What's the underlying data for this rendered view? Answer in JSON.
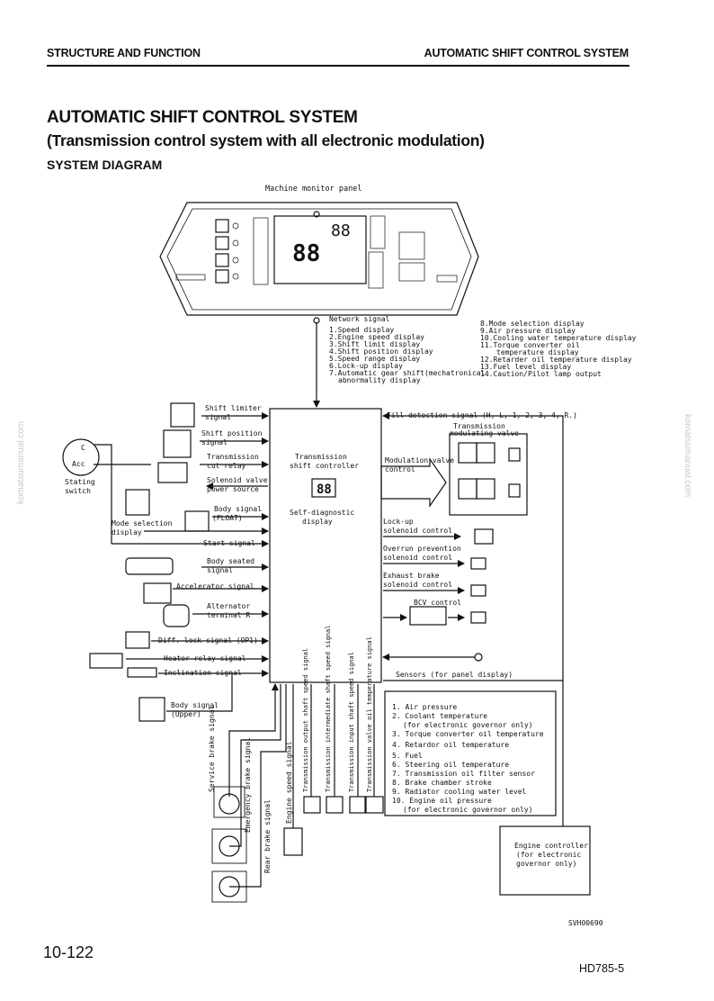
{
  "header": {
    "left": "STRUCTURE AND FUNCTION",
    "right": "AUTOMATIC SHIFT CONTROL SYSTEM"
  },
  "title": {
    "line1": "AUTOMATIC SHIFT CONTROL SYSTEM",
    "line2": "(Transmission control system with all electronic modulation)",
    "section": "SYSTEM DIAGRAM"
  },
  "diagram": {
    "monitor_panel": "Machine monitor panel",
    "network_signal": "Network signal",
    "network_items_left": [
      "1.Speed display",
      "2.Engine speed display",
      "3.Shift limit display",
      "4.Shift position display",
      "5.Speed range display",
      "6.Lock-up display",
      "7.Automatic gear shift(mechatronical",
      "abnormality display"
    ],
    "network_items_right": [
      "8.Mode selection display",
      "9.Air pressure display",
      "10.Cooling water temperature display",
      "11.Torque converter oil",
      "temperature display",
      "12.Retarder oil temperature display",
      "13.Fuel level display",
      "14.Caution/Pilot lamp output"
    ],
    "controller": {
      "name1": "Transmission",
      "name2": "shift controller",
      "diag1": "Self-diagnostic",
      "diag2": "display",
      "seg": "88"
    },
    "fill_signal": "Fill detection signal (H, L, 1, 2, 3, 4, R.)",
    "left_inputs": {
      "shift_limiter": [
        "Shift limiter",
        "signal"
      ],
      "shift_position": [
        "Shift position",
        "signal"
      ],
      "cut_relay": [
        "Transmission",
        "cut relay"
      ],
      "solenoid_power": [
        "Solenoid valve",
        "power source"
      ],
      "body_float": [
        "Body signal",
        "(FLOAT)"
      ],
      "mode_selection": [
        "Mode selection",
        "display"
      ],
      "start_signal": "Start signal",
      "body_seated": [
        "Body seated",
        "signal"
      ],
      "accelerator": "Accelerator signal",
      "alternator": [
        "Alternator",
        "terminal R"
      ],
      "diff_lock": "Diff. lock signal (OP1)",
      "heater_relay": "Heater relay signal",
      "inclination": "Inclination signal",
      "body_upper": [
        "Body signal",
        "(Upper)"
      ],
      "starting_switch": [
        "Stating",
        "switch"
      ],
      "switch_c": "C",
      "switch_acc": "Acc"
    },
    "right_outputs": {
      "modulating_valve": [
        "Transmission",
        "modulating valve"
      ],
      "modulation_control": [
        "Modulation valve",
        "control"
      ],
      "lockup": [
        "Lock-up",
        "solenoid control"
      ],
      "overrun": [
        "Overrun prevention",
        "solenoid control"
      ],
      "exhaust": [
        "Exhaust brake",
        "solenoid control"
      ],
      "bcv": "BCV control",
      "sensors": "Sensors (for panel display)"
    },
    "bottom_vertical": [
      "Service brake signal",
      "Emergency brake signal",
      "Rear brake signal",
      "Engine speed signal",
      "Transmission output shaft speed signal",
      "Transmission intermediate shaft speed signal",
      "Transmission input shaft speed signal",
      "Transmission valve oil temperature signal"
    ],
    "sensor_list": [
      "1. Air pressure",
      "2. Coolant temperature",
      "(for electronic governor only)",
      "3. Torque converter oil temperature",
      "4. Retardor oil temperature",
      "5. Fuel",
      "6. Steering oil temperature",
      "7. Transmission oil filter sensor",
      "8. Brake chamber stroke",
      "9. Radiator cooling water level",
      "10. Engine oil pressure",
      "(for electronic governor only)"
    ],
    "engine_controller": [
      "Engine controller",
      "(for electronic",
      "governor only)"
    ],
    "code": "SVH00690"
  },
  "footer": {
    "page": "10-122",
    "model": "HD785-5"
  },
  "watermark": "komatsumanual.com"
}
